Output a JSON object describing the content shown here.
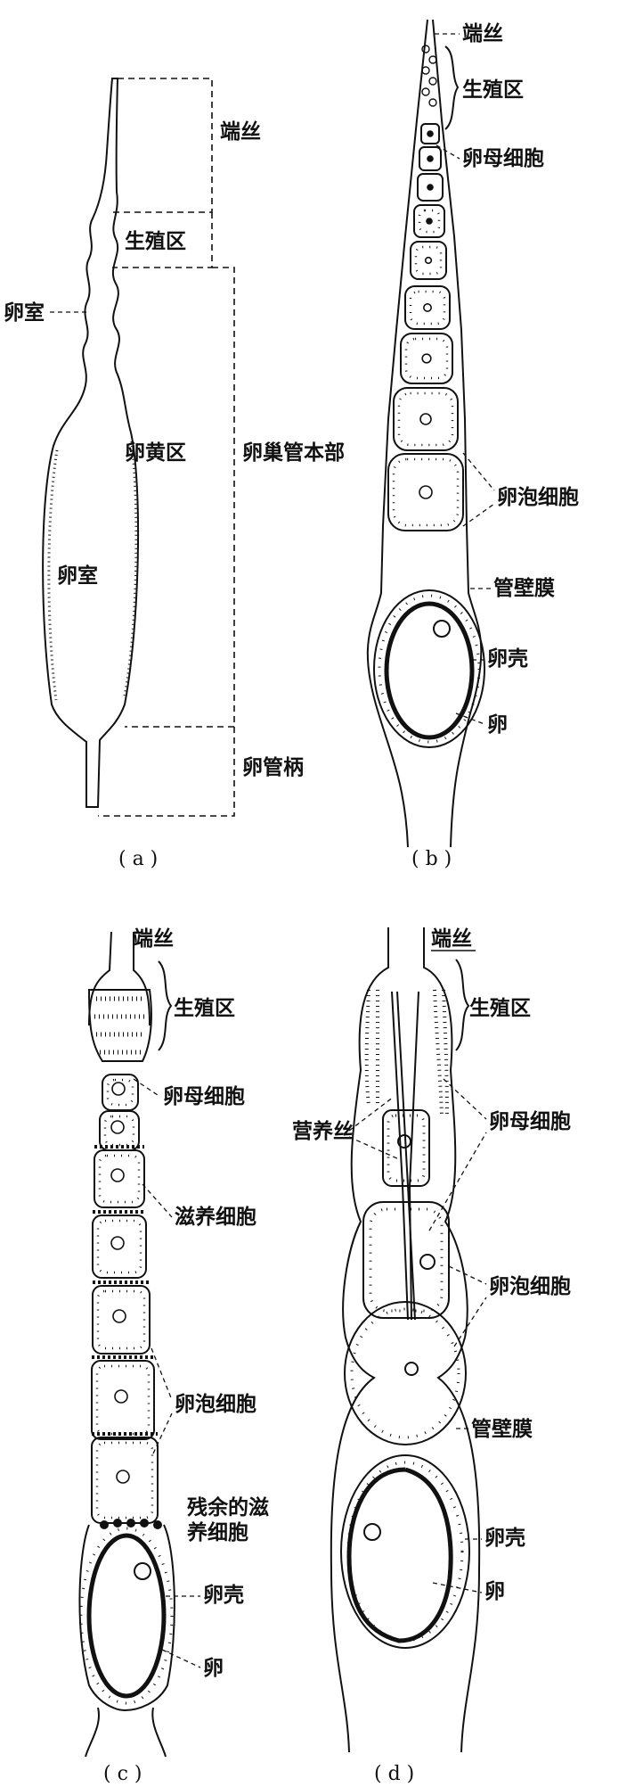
{
  "panels": {
    "a": {
      "caption": "( a )",
      "labels": {
        "terminal_filament": "端丝",
        "germarium": "生殖区",
        "egg_chamber_top": "卵室",
        "vitellarium": "卵黄区",
        "ovariole_body": "卵巢管本部",
        "egg_chamber_main": "卵室",
        "pedicel": "卵管柄"
      }
    },
    "b": {
      "caption": "( b )",
      "labels": {
        "terminal_filament": "端丝",
        "germarium": "生殖区",
        "oocyte": "卵母细胞",
        "follicle_cells": "卵泡细胞",
        "tunica_propria": "管壁膜",
        "chorion": "卵壳",
        "egg": "卵"
      }
    },
    "c": {
      "caption": "( c )",
      "labels": {
        "terminal_filament": "端丝",
        "germarium": "生殖区",
        "oocyte": "卵母细胞",
        "nurse_cells": "滋养细胞",
        "follicle_cells": "卵泡细胞",
        "residual_nurse_line1": "残余的滋",
        "residual_nurse_line2": "养细胞",
        "chorion": "卵壳",
        "egg": "卵"
      }
    },
    "d": {
      "caption": "( d )",
      "labels": {
        "terminal_filament": "端丝",
        "germarium": "生殖区",
        "nutritive_cord": "营养丝",
        "oocyte": "卵母细胞",
        "follicle_cells": "卵泡细胞",
        "tunica_propria": "管壁膜",
        "chorion": "卵壳",
        "egg": "卵"
      }
    }
  },
  "colors": {
    "ink": "#111111",
    "background": "#ffffff"
  }
}
